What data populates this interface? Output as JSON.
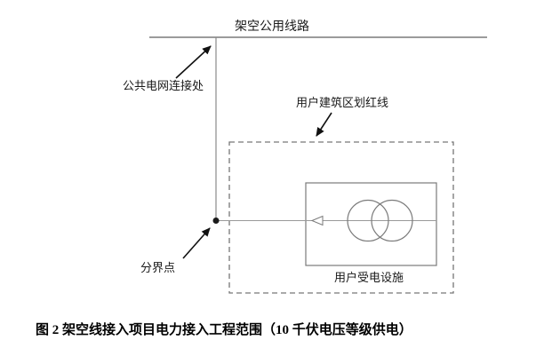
{
  "figure": {
    "labels": {
      "overhead_public_line": "架空公用线路",
      "public_grid_connection": "公共电网连接处",
      "building_red_line": "用户建筑区划红线",
      "user_receiving_facility": "用户受电设施",
      "demarcation_point": "分界点"
    },
    "caption": "图 2 架空线接入项目电力接入工程范围（10 千伏电压等级供电）",
    "colors": {
      "diagram_line": "#7a7a7a",
      "arrow": "#111111",
      "text": "#1a1a1a"
    }
  }
}
